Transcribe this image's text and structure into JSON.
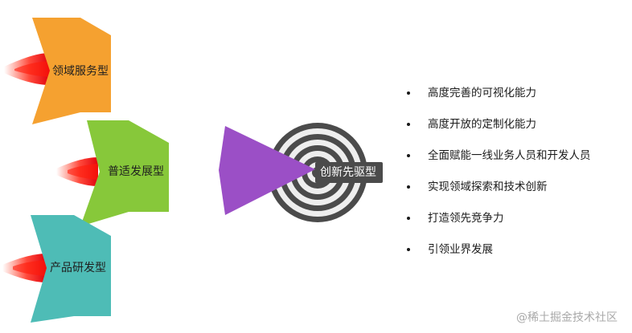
{
  "arrows": [
    {
      "label": "领域服务型",
      "color": "#f5a130"
    },
    {
      "label": "普适发展型",
      "color": "#87c83a"
    },
    {
      "label": "产品研发型",
      "color": "#4ebcb6"
    }
  ],
  "target": {
    "label": "创新先驱型",
    "pointer_color": "#9b4fc6",
    "ring_dark": "#4b4b4b",
    "ring_light": "#eeeeee"
  },
  "bullets": [
    "高度完善的可视化能力",
    "高度开放的定制化能力",
    "全面赋能一线业务人员和开发人员",
    "实现领域探索和技术创新",
    "打造领先竞争力",
    "引领业界发展"
  ],
  "watermark": "@稀土掘金技术社区"
}
